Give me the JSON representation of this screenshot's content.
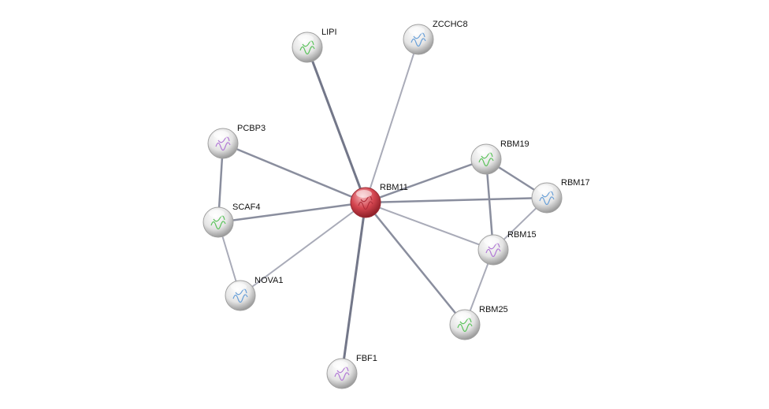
{
  "network": {
    "center": "RBM11",
    "nodes": [
      {
        "id": "RBM11",
        "label": "RBM11",
        "query": true
      },
      {
        "id": "LIPI",
        "label": "LIPI"
      },
      {
        "id": "ZCCHC8",
        "label": "ZCCHC8"
      },
      {
        "id": "PCBP3",
        "label": "PCBP3"
      },
      {
        "id": "SCAF4",
        "label": "SCAF4"
      },
      {
        "id": "NOVA1",
        "label": "NOVA1"
      },
      {
        "id": "FBF1",
        "label": "FBF1"
      },
      {
        "id": "RBM19",
        "label": "RBM19"
      },
      {
        "id": "RBM17",
        "label": "RBM17"
      },
      {
        "id": "RBM15",
        "label": "RBM15"
      },
      {
        "id": "RBM25",
        "label": "RBM25"
      }
    ],
    "edges": [
      [
        "RBM11",
        "LIPI"
      ],
      [
        "RBM11",
        "ZCCHC8"
      ],
      [
        "RBM11",
        "PCBP3"
      ],
      [
        "RBM11",
        "SCAF4"
      ],
      [
        "RBM11",
        "NOVA1"
      ],
      [
        "RBM11",
        "FBF1"
      ],
      [
        "RBM11",
        "RBM19"
      ],
      [
        "RBM11",
        "RBM17"
      ],
      [
        "RBM11",
        "RBM15"
      ],
      [
        "RBM11",
        "RBM25"
      ],
      [
        "PCBP3",
        "SCAF4"
      ],
      [
        "SCAF4",
        "NOVA1"
      ],
      [
        "RBM19",
        "RBM17"
      ],
      [
        "RBM19",
        "RBM15"
      ],
      [
        "RBM17",
        "RBM15"
      ],
      [
        "RBM15",
        "RBM25"
      ]
    ],
    "colors": {
      "query_node": "#d4454f",
      "node": "#e6e6e6",
      "edge": "#8a8e9e"
    }
  }
}
